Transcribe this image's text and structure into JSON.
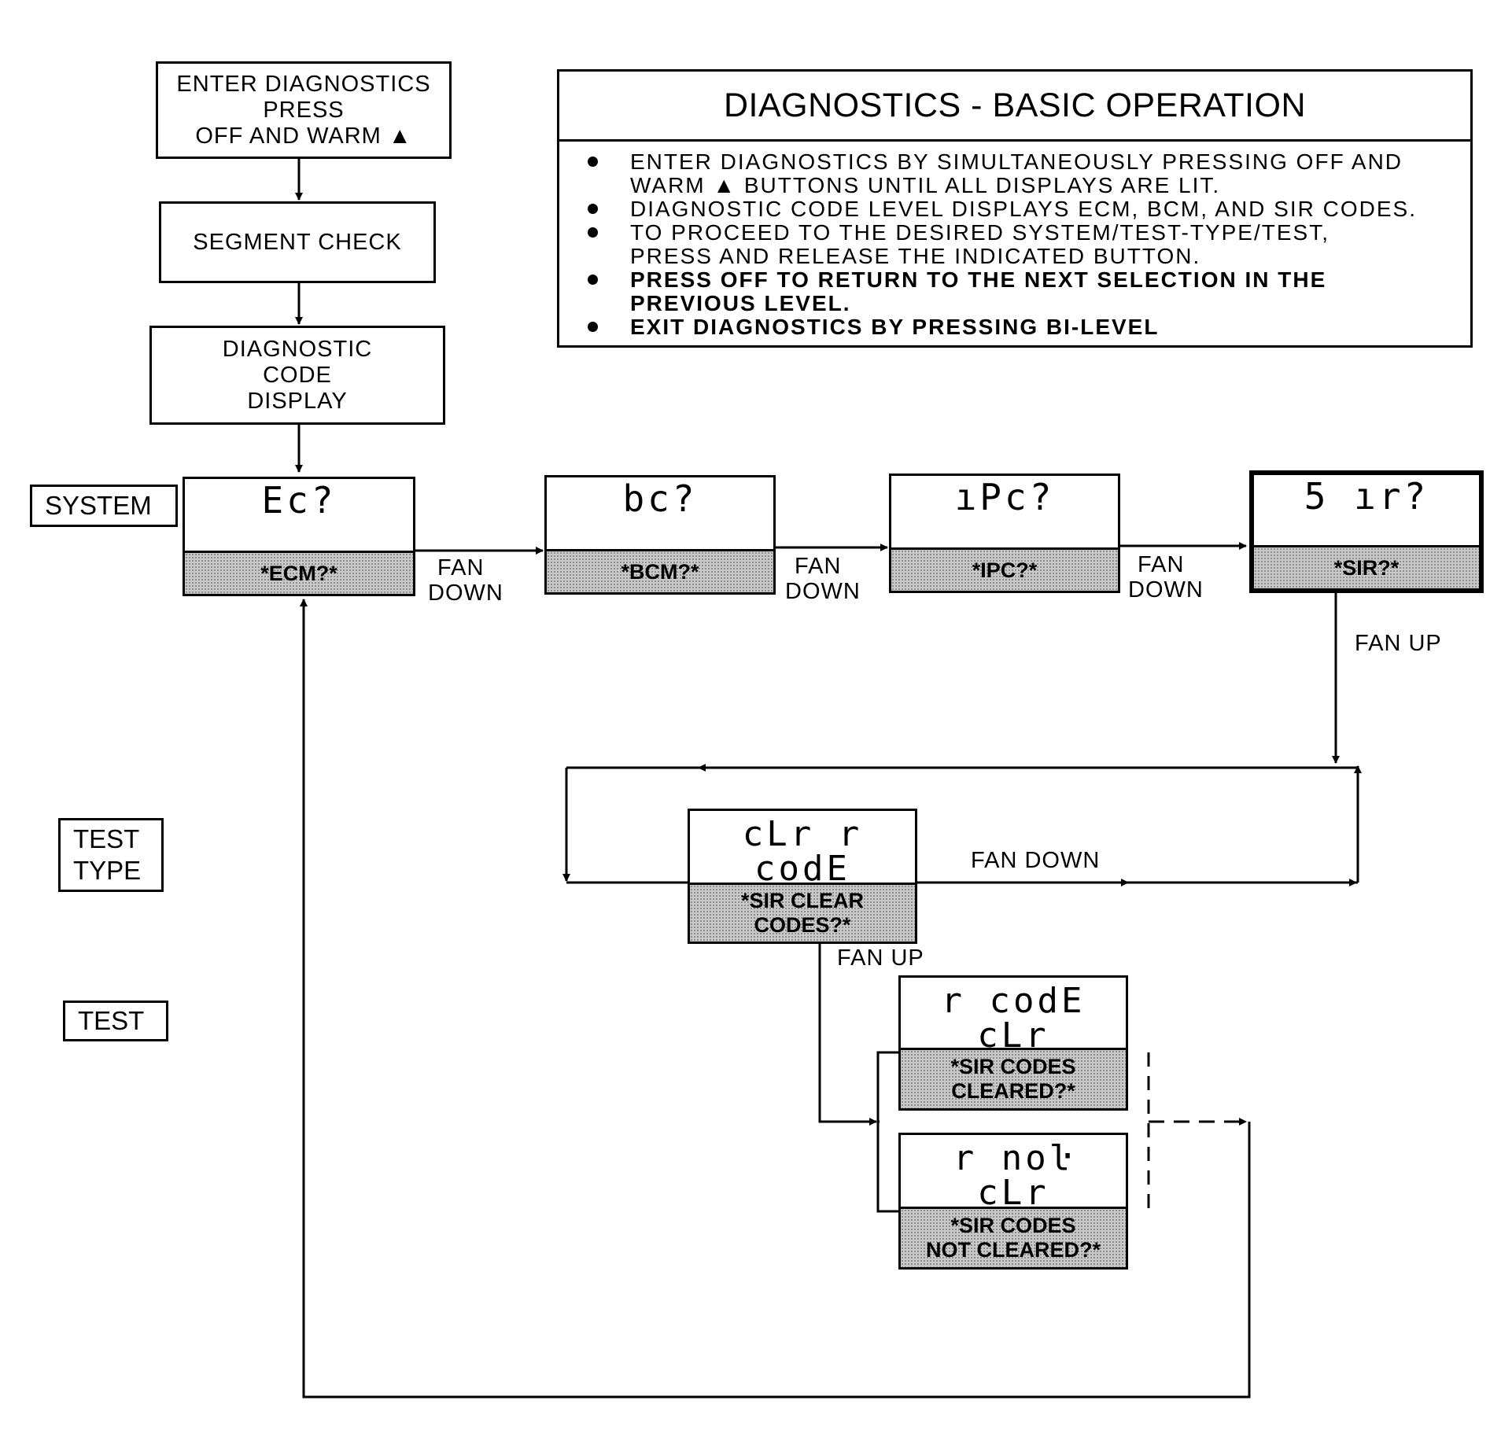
{
  "flow": {
    "enter": {
      "line1": "ENTER DIAGNOSTICS",
      "line2": "PRESS",
      "line3": "OFF AND WARM ▲"
    },
    "segment_check": "SEGMENT CHECK",
    "diag_code": {
      "line1": "DIAGNOSTIC",
      "line2": "CODE",
      "line3": "DISPLAY"
    }
  },
  "info": {
    "title": "DIAGNOSTICS - BASIC OPERATION",
    "bullets": [
      {
        "lines": [
          "ENTER DIAGNOSTICS BY SIMULTANEOUSLY PRESSING OFF AND",
          "WARM ▲ BUTTONS UNTIL ALL DISPLAYS ARE LIT."
        ]
      },
      {
        "lines": [
          "DIAGNOSTIC CODE LEVEL DISPLAYS ECM, BCM, AND SIR CODES."
        ]
      },
      {
        "lines": [
          "TO PROCEED TO THE DESIRED SYSTEM/TEST-TYPE/TEST,",
          "PRESS AND RELEASE THE INDICATED BUTTON."
        ]
      },
      {
        "lines": [
          "PRESS OFF TO RETURN TO THE NEXT SELECTION IN THE",
          "PREVIOUS LEVEL."
        ]
      },
      {
        "lines": [
          "EXIT DIAGNOSTICS BY PRESSING BI-LEVEL"
        ]
      }
    ]
  },
  "levels": {
    "system": "SYSTEM",
    "test_type_1": "TEST",
    "test_type_2": "TYPE",
    "test": "TEST"
  },
  "displays": {
    "ecm": {
      "segment": "Ec?",
      "caption": "*ECM?*"
    },
    "bcm": {
      "segment": "bc?",
      "caption": "*BCM?*"
    },
    "ipc": {
      "segment": "ıPc?",
      "caption": "*IPC?*"
    },
    "sir": {
      "segment": "5 ır?",
      "caption": "*SIR?*"
    },
    "sir_clear": {
      "segment1": "cLr r",
      "segment2": "codE",
      "caption1": "*SIR CLEAR",
      "caption2": "CODES?*"
    },
    "codes_cleared": {
      "segment1": "r codE",
      "segment2": "cLr",
      "caption1": "*SIR CODES",
      "caption2": "CLEARED?*"
    },
    "codes_not_cleared": {
      "segment1": "r noŀ",
      "segment2": "cLr",
      "caption1": "*SIR CODES",
      "caption2": "NOT CLEARED?*"
    }
  },
  "arrows": {
    "fan": "FAN",
    "down": "DOWN",
    "fan_up": "FAN UP",
    "fan_down": "FAN DOWN"
  }
}
